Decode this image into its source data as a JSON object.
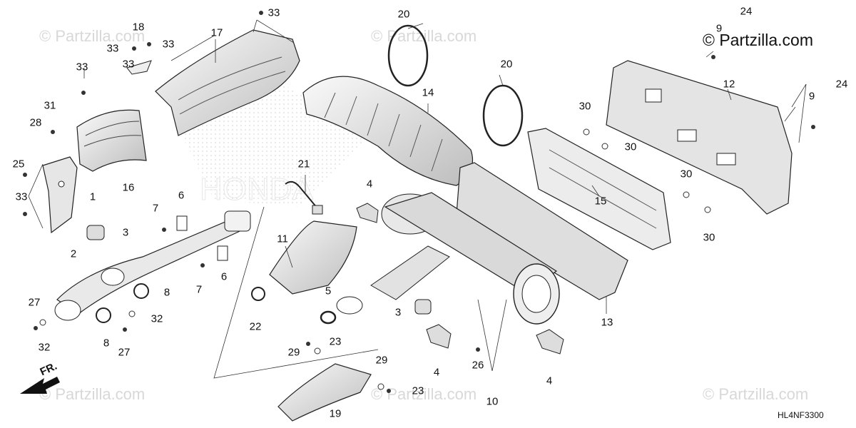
{
  "watermark": {
    "text": "© Partzilla.com"
  },
  "brand_label": "© Partzilla.com",
  "diagram_code": "HL4NF3300",
  "front_label": "FR.",
  "callouts": [
    "1",
    "2",
    "3",
    "3",
    "4",
    "4",
    "4",
    "5",
    "6",
    "6",
    "7",
    "7",
    "8",
    "8",
    "9",
    "9",
    "11",
    "12",
    "13",
    "14",
    "15",
    "16",
    "17",
    "18",
    "19",
    "20",
    "20",
    "21",
    "22",
    "23",
    "23",
    "24",
    "24",
    "25",
    "26",
    "27",
    "27",
    "28",
    "29",
    "29",
    "30",
    "30",
    "30",
    "30",
    "31",
    "32",
    "32",
    "33",
    "33",
    "33",
    "33",
    "33",
    "33",
    "10"
  ]
}
